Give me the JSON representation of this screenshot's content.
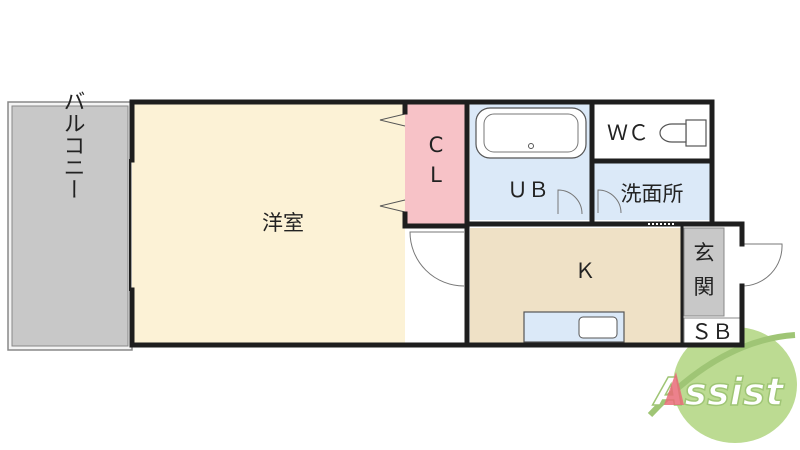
{
  "rooms": {
    "balcony": {
      "label": "バルコニー",
      "color": "#c8c8c8"
    },
    "western_room": {
      "label": "洋室",
      "color": "#fcf2d6"
    },
    "closet": {
      "label_top": "C",
      "label_bottom": "L",
      "color": "#f7c2c7"
    },
    "unit_bath": {
      "label": "ＵＢ",
      "color": "#dbe9f8"
    },
    "toilet": {
      "label": "ＷＣ",
      "color": "#ffffff"
    },
    "washroom": {
      "label": "洗面所",
      "color": "#dbe9f8"
    },
    "kitchen": {
      "label": "Ｋ",
      "color": "#efe1c6",
      "sink_color": "#dbe9f8"
    },
    "entrance": {
      "label_top": "玄",
      "label_bottom": "関",
      "color": "#c8c8c8"
    },
    "shoe_box": {
      "label": "ＳＢ",
      "color": "#ffffff"
    }
  },
  "watermark": {
    "text": "Assist",
    "color": "#a6cf6e",
    "accent": "#e23a4b"
  },
  "colors": {
    "wall": "#1e1e1e",
    "outline": "#888888"
  }
}
